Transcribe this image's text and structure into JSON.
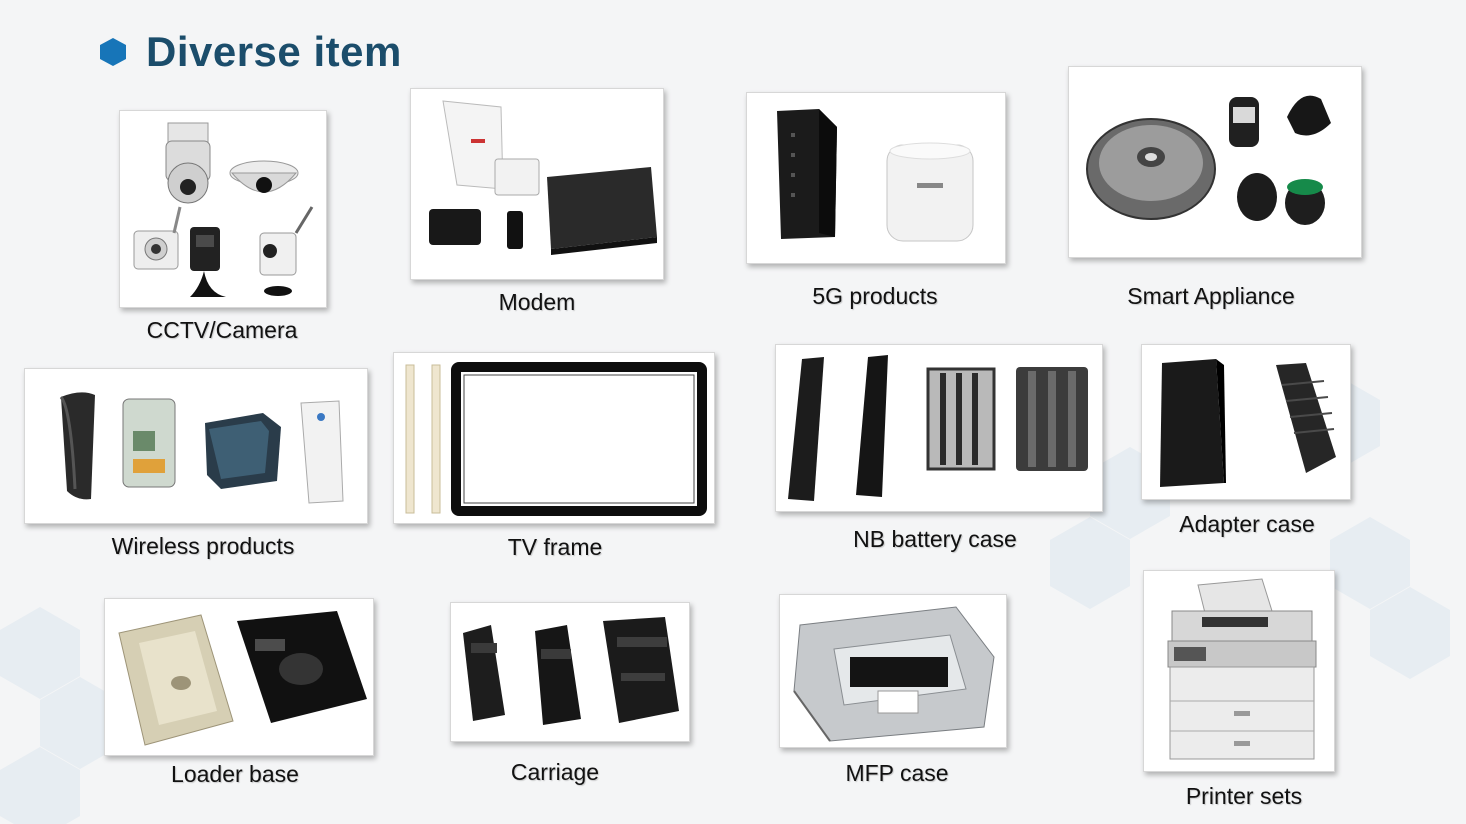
{
  "title": "Diverse item",
  "colors": {
    "title": "#1b4d6b",
    "bullet": "#1775b8",
    "background": "#f4f5f6"
  },
  "items": [
    {
      "id": "cctv",
      "label": "CCTV/Camera",
      "icon": "cctv-camera-icon"
    },
    {
      "id": "modem",
      "label": "Modem",
      "icon": "modem-icon"
    },
    {
      "id": "5g",
      "label": "5G products",
      "icon": "router-icon"
    },
    {
      "id": "smart",
      "label": "Smart Appliance",
      "icon": "robot-vacuum-icon"
    },
    {
      "id": "wireless",
      "label": "Wireless products",
      "icon": "wireless-device-icon"
    },
    {
      "id": "tv",
      "label": "TV frame",
      "icon": "tv-frame-icon"
    },
    {
      "id": "nb",
      "label": "NB battery case",
      "icon": "battery-case-icon"
    },
    {
      "id": "adapter",
      "label": "Adapter case",
      "icon": "adapter-icon"
    },
    {
      "id": "loader",
      "label": "Loader base",
      "icon": "loader-base-icon"
    },
    {
      "id": "carriage",
      "label": "Carriage",
      "icon": "carriage-icon"
    },
    {
      "id": "mfp",
      "label": "MFP case",
      "icon": "mfp-case-icon"
    },
    {
      "id": "printer",
      "label": "Printer sets",
      "icon": "printer-icon"
    }
  ]
}
